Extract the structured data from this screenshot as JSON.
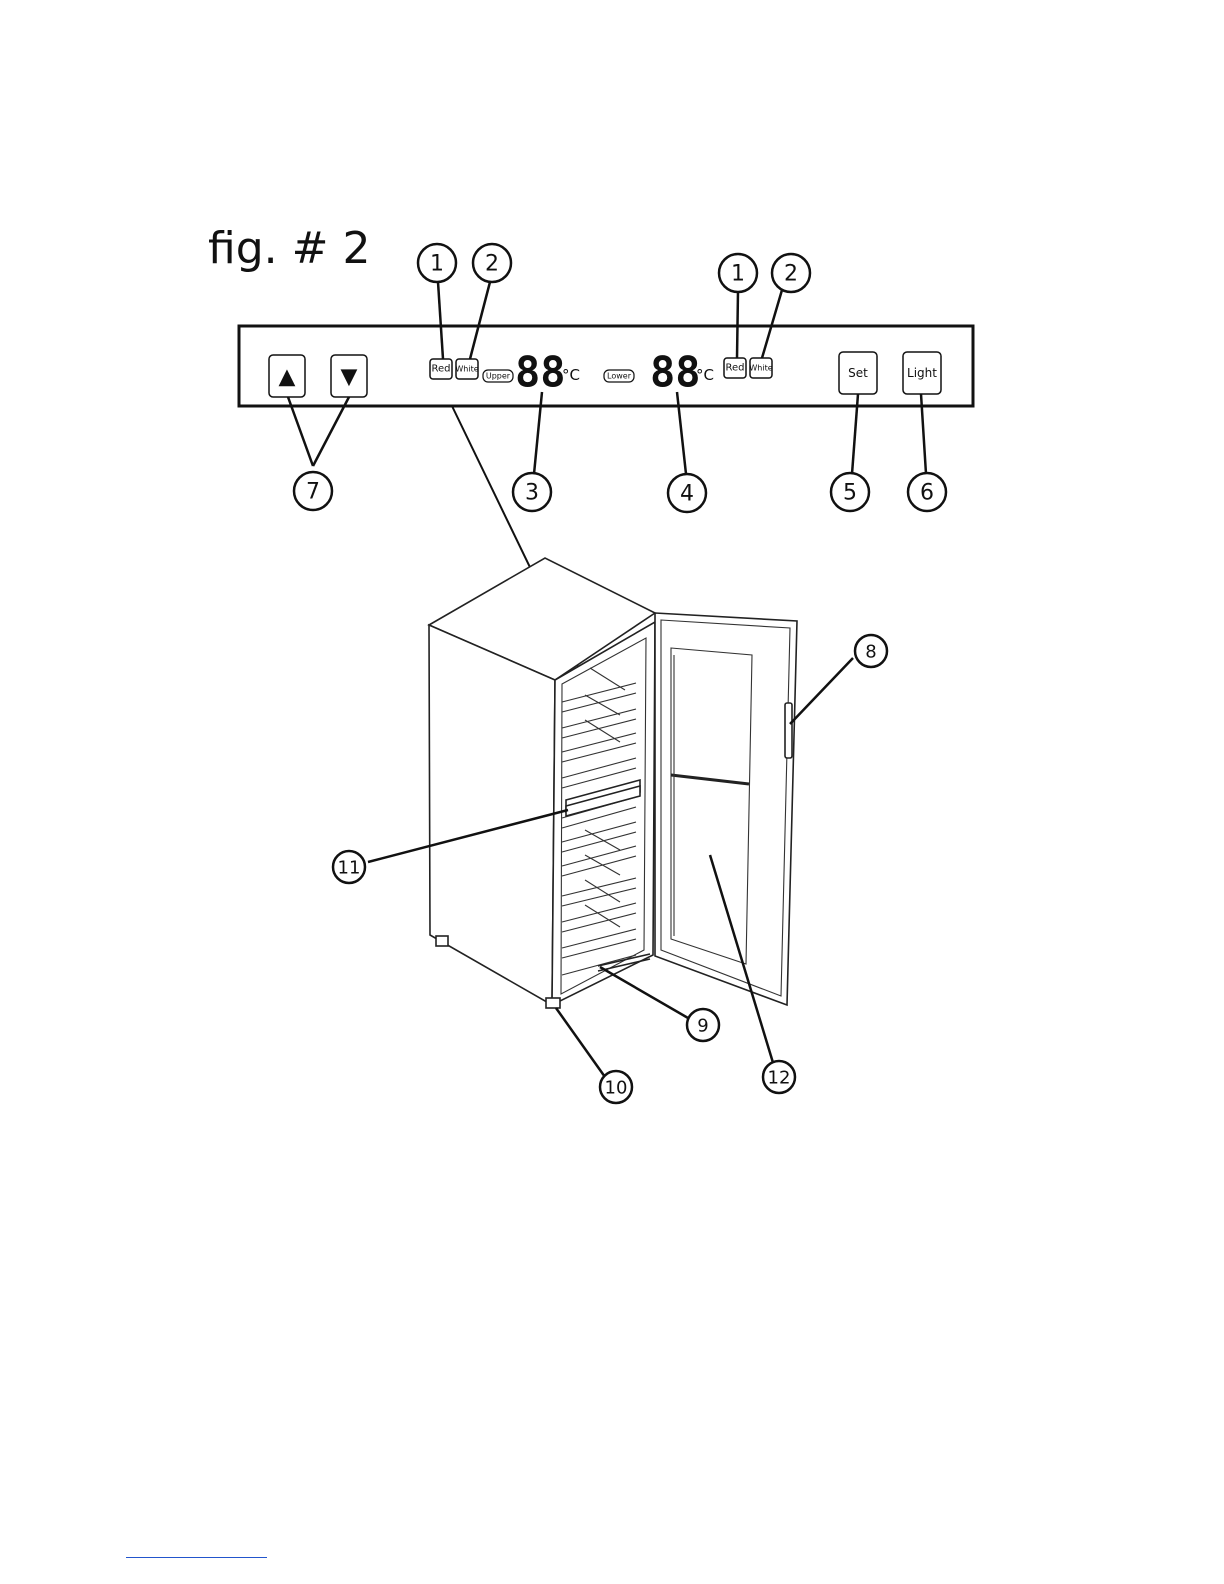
{
  "figure": {
    "title": "fig. # 2"
  },
  "panel": {
    "up_arrow": "▲",
    "down_arrow": "▼",
    "upper_red_label": "Red",
    "upper_white_label": "White",
    "upper_zone_label": "Upper",
    "upper_display": "88",
    "upper_unit": "°C",
    "lower_zone_label": "Lower",
    "lower_display": "88",
    "lower_unit": "°C",
    "lower_red_label": "Red",
    "lower_white_label": "White",
    "set_label": "Set",
    "light_label": "Light"
  },
  "callouts": {
    "c1a": "1",
    "c2a": "2",
    "c1b": "1",
    "c2b": "2",
    "c7": "7",
    "c3": "3",
    "c4": "4",
    "c5": "5",
    "c6": "6",
    "c8": "8",
    "c9": "9",
    "c10": "10",
    "c11": "11",
    "c12": "12"
  },
  "colors": {
    "ink": "#111111",
    "footer_rule": "#2255cc"
  }
}
